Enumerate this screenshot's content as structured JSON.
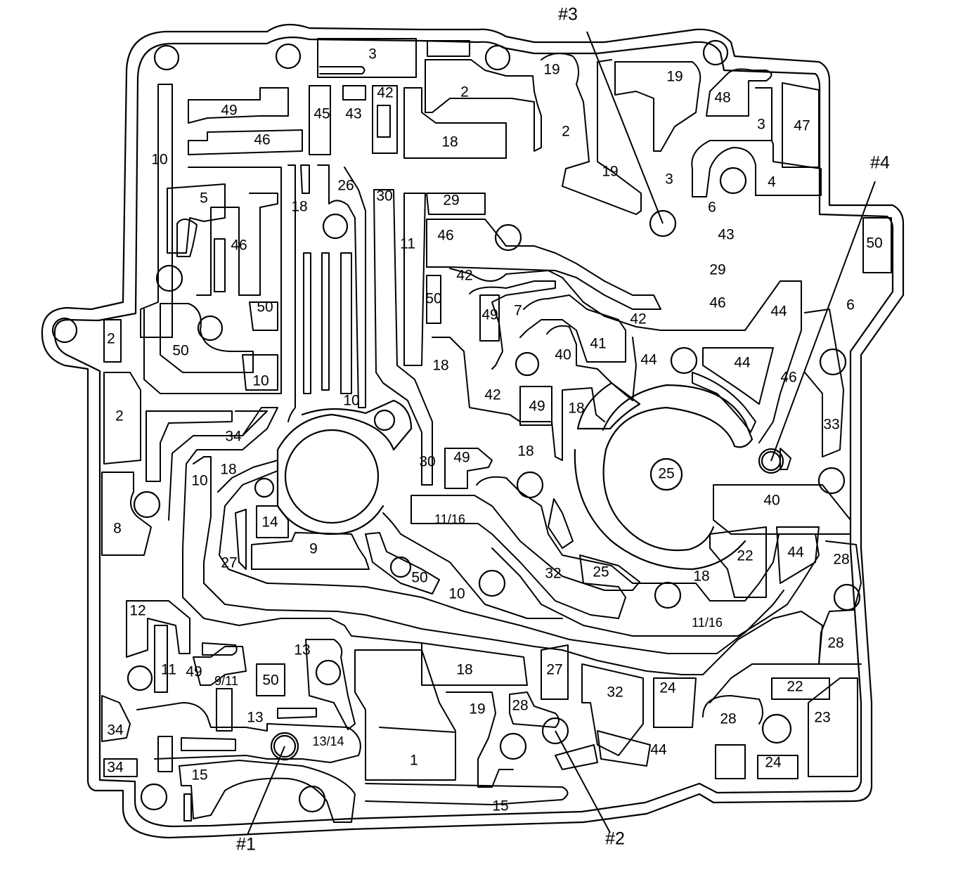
{
  "callouts": {
    "c1": "#1",
    "c2": "#2",
    "c3": "#3",
    "c4": "#4"
  },
  "labels": {
    "l_3_top": "3",
    "l_2_top": "2",
    "l_19_a": "19",
    "l_19_b": "19",
    "l_48": "48",
    "l_3_r": "3",
    "l_47": "47",
    "l_49_a": "49",
    "l_45": "45",
    "l_43_a": "43",
    "l_42_a": "42",
    "l_46_a": "46",
    "l_18_a": "18",
    "l_2_b": "2",
    "l_19_c": "19",
    "l_3_c": "3",
    "l_4": "4",
    "l_10_a": "10",
    "l_5": "5",
    "l_18_b": "18",
    "l_26": "26",
    "l_30_a": "30",
    "l_29_a": "29",
    "l_6_a": "6",
    "l_11_a": "11",
    "l_46_b": "46",
    "l_46_c": "46",
    "l_43_b": "43",
    "l_50_a": "50",
    "l_29_b": "29",
    "l_42_b": "42",
    "l_50_b": "50",
    "l_50_c": "50",
    "l_49_b": "49",
    "l_7": "7",
    "l_46_d": "46",
    "l_44_a": "44",
    "l_6_b": "6",
    "l_2_c": "2",
    "l_50_d": "50",
    "l_42_c": "42",
    "l_41": "41",
    "l_40_a": "40",
    "l_44_b": "44",
    "l_44_c": "44",
    "l_10_b": "10",
    "l_18_c": "18",
    "l_46_e": "46",
    "l_2_d": "2",
    "l_10_c": "10",
    "l_42_d": "42",
    "l_49_c": "49",
    "l_18_d": "18",
    "l_33": "33",
    "l_34_a": "34",
    "l_18_e": "18",
    "l_30_b": "30",
    "l_49_d": "49",
    "l_18_f": "18",
    "l_25_a": "25",
    "l_10_d": "10",
    "l_40_b": "40",
    "l_11_16_a": "11/16",
    "l_14": "14",
    "l_8": "8",
    "l_9": "9",
    "l_22_a": "22",
    "l_44_d": "44",
    "l_28_a": "28",
    "l_27_a": "27",
    "l_50_e": "50",
    "l_32_a": "32",
    "l_25_b": "25",
    "l_18_g": "18",
    "l_10_e": "10",
    "l_11_16_b": "11/16",
    "l_12": "12",
    "l_28_b": "28",
    "l_13_a": "13",
    "l_18_h": "18",
    "l_27_b": "27",
    "l_32_b": "32",
    "l_24_a": "24",
    "l_22_b": "22",
    "l_11_b": "11",
    "l_49_e": "49",
    "l_9_11": "9/11",
    "l_50_f": "50",
    "l_19_d": "19",
    "l_28_c": "28",
    "l_23": "23",
    "l_28_d": "28",
    "l_34_b": "34",
    "l_13_b": "13",
    "l_13_14": "13/14",
    "l_1": "1",
    "l_44_e": "44",
    "l_24_b": "24",
    "l_34_c": "34",
    "l_15_a": "15",
    "l_15_b": "15"
  }
}
